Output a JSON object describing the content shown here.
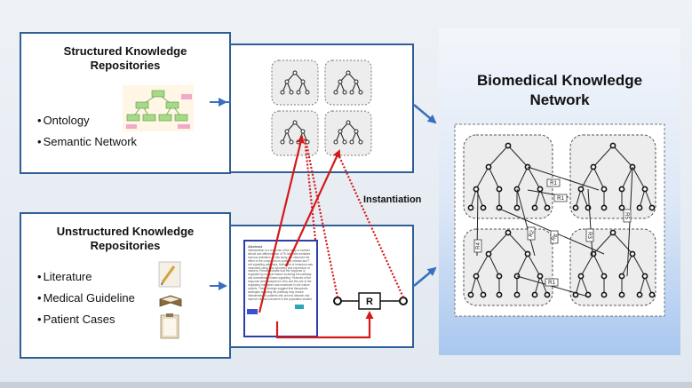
{
  "structured": {
    "title_line1": "Structured Knowledge",
    "title_line2": "Repositories",
    "items": [
      "Ontology",
      "Semantic Network"
    ]
  },
  "unstructured": {
    "title_line1": "Unstructured Knowledge",
    "title_line2": "Repositories",
    "items": [
      "Literature",
      "Medical Guideline",
      "Patient Cases"
    ]
  },
  "network": {
    "title_line1": "Biomedical Knowledge",
    "title_line2": "Network",
    "edge_labels": [
      "R1",
      "R1",
      "R2",
      "R3",
      "R4",
      "R5",
      "R6",
      "R1"
    ]
  },
  "instantiation_label": "Instantiation",
  "relation_label": "R",
  "document": {
    "heading": "Abstract",
    "body": "Inflammation is a response of the body to harmful stimuli and differentiation of Th-like cells mediates immune activation. In this study, we observed the effect of the compound on cytokine release and T cell signalling pathways. Activation of receptors was measured using flow cytometry and expression of markers. Results indicate that the response is regulated by multiple factors including the pathway and downstream kinase signalling. Features of the response were analyzed in vitro and the role of the regulatory mediators was examined in cell culture models. These findings suggest that therapeutic strategies targeting the pathway may reduce inflammation in patients with chronic disease and improve clinical outcomes in the population studied."
  },
  "colors": {
    "border": "#2f5f96",
    "arrow": "#3a6fbf",
    "link": "#d31a1a",
    "doc_border": "#2b3fa8"
  }
}
